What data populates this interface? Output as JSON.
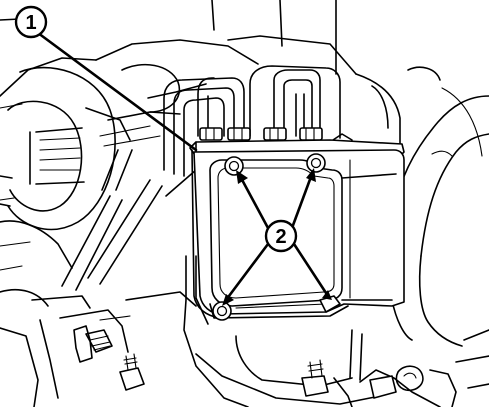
{
  "callouts": [
    {
      "label": "1",
      "target": "abs-module"
    },
    {
      "label": "2",
      "target": "mounting-bolts"
    }
  ],
  "colors": {
    "ink": "#000000",
    "paper": "#ffffff"
  }
}
